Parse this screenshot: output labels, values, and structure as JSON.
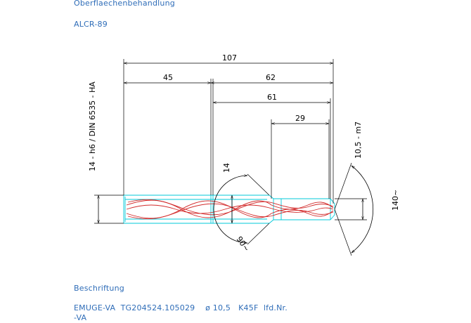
{
  "notes": {
    "surface_heading": "Oberflaechenbehandlung",
    "coating": "ALCR-89",
    "label_heading": "Beschriftung",
    "label_line1": "EMUGE-VA  TG204524.105029    ø 10,5   K45F  lfd.Nr.",
    "label_line2": "-VA"
  },
  "dimensions": {
    "overall_length": "107",
    "shank_length": "45",
    "neck_to_tip": "62",
    "reduced_length": "61",
    "flute_length": "29",
    "shank_spec": "14 - h6 / DIN 6535 - HA",
    "shank_diameter": "14",
    "cut_diameter": "10,5 - m7",
    "neck_angle": "90~",
    "point_angle": "140~"
  },
  "colors": {
    "note_text": "#2f6db8",
    "outline": "#00c8d8",
    "flute": "#d22a2a",
    "dimension": "#000000"
  }
}
